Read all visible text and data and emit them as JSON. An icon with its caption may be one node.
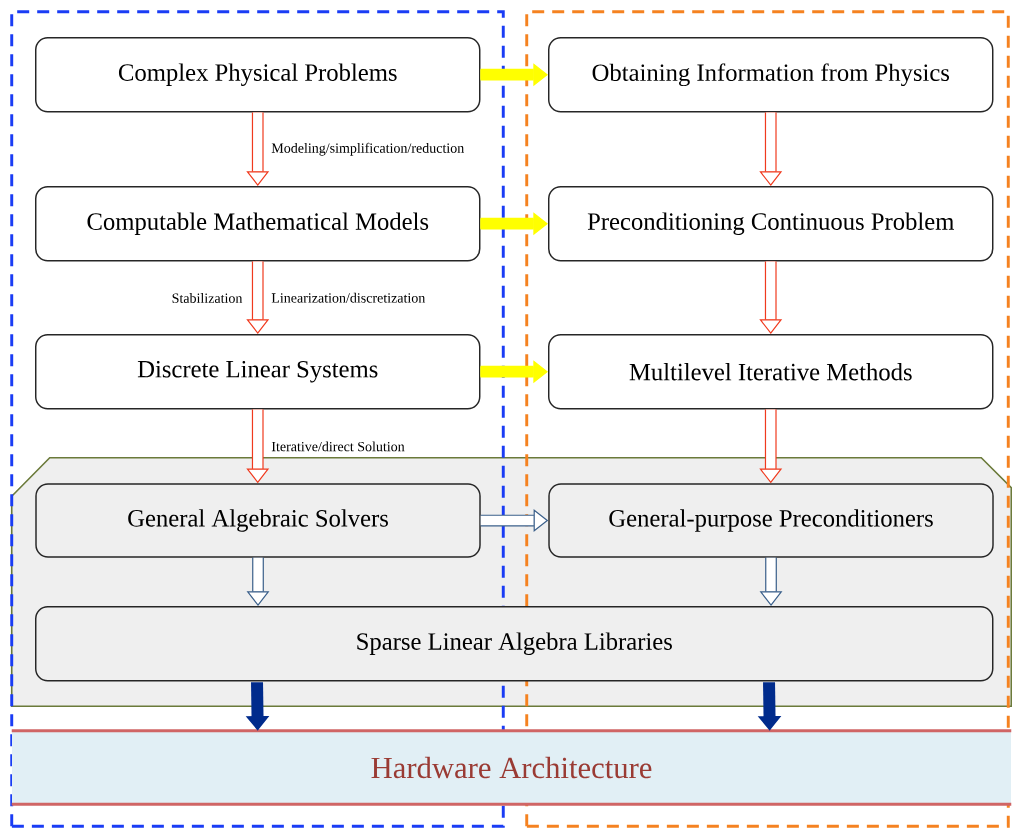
{
  "diagram": {
    "nodes": [
      {
        "text": [],
        "shape": "box"
      },
      {
        "text": [],
        "shape": "box"
      },
      {
        "text": [
          "Complex Physical Problems"
        ],
        "in": 0
      },
      {
        "text": [
          "Obtaining Information from Physics"
        ],
        "in": 1
      },
      {
        "text": [
          "Computable Mathematical Models"
        ],
        "in": 0
      },
      {
        "text": [
          "Preconditioning Continuous Problem"
        ],
        "in": 1
      },
      {
        "text": [
          "Discrete Linear Systems"
        ],
        "in": 0
      },
      {
        "text": [
          "Multilevel Iterative Methods"
        ],
        "in": 1
      },
      {
        "text": [],
        "shape": "box"
      },
      {
        "text": [
          "General Algebraic Solvers"
        ]
      },
      {
        "text": [
          "General-purpose Preconditioners"
        ]
      },
      {
        "text": [
          "Sparse Linear Algebra Libraries"
        ],
        "in": 8
      },
      {
        "text": [
          "Hardware Architecture"
        ]
      }
    ],
    "edges": [
      {
        "from": 2,
        "to": 3,
        "arrow": "to",
        "color": "#ffff00"
      },
      {
        "from": 4,
        "to": 5,
        "arrow": "to",
        "color": "#ffff00"
      },
      {
        "from": 6,
        "to": 7,
        "arrow": "to",
        "color": "#ffff00"
      },
      {
        "from": 2,
        "to": 4,
        "arrow": "to",
        "label": "Modeling/simplification/reduction"
      },
      {
        "from": 4,
        "to": 6,
        "arrow": "to",
        "label": "Linearization/discretization"
      },
      {
        "from": 6,
        "to": 9,
        "arrow": "to",
        "label": "Iterative/direct Solution"
      },
      {
        "from": 3,
        "to": 5,
        "arrow": "to"
      },
      {
        "from": 5,
        "to": 7,
        "arrow": "to"
      },
      {
        "from": 7,
        "to": 10,
        "arrow": "to"
      },
      {
        "from": 9,
        "to": 10,
        "arrow": "to",
        "color": "#3a5f8a"
      },
      {
        "from": 9,
        "to": 11,
        "arrow": "to",
        "color": "#3a5f8a"
      },
      {
        "from": 10,
        "to": 11,
        "arrow": "to",
        "color": "#3a5f8a"
      },
      {
        "from": 11,
        "to": 12,
        "arrow": "to",
        "color": "#002b8c"
      },
      {
        "from": 11,
        "to": 12,
        "arrow": "to",
        "color": "#002b8c"
      }
    ],
    "labels": [
      "Stabilization"
    ]
  }
}
